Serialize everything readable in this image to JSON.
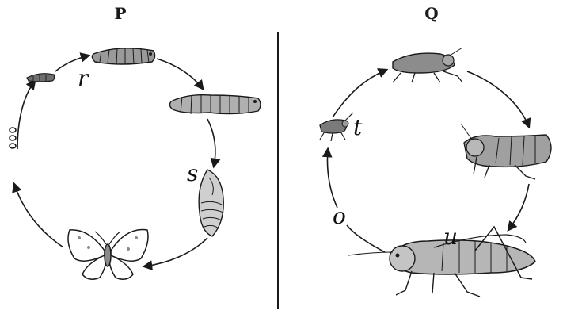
{
  "panels": {
    "left": {
      "title": "P",
      "labels": {
        "r": "r",
        "s": "s"
      }
    },
    "right": {
      "title": "Q",
      "labels": {
        "t": "t",
        "u": "u",
        "o": "o"
      }
    }
  },
  "colors": {
    "ink": "#1a1a1a",
    "background": "#ffffff"
  }
}
